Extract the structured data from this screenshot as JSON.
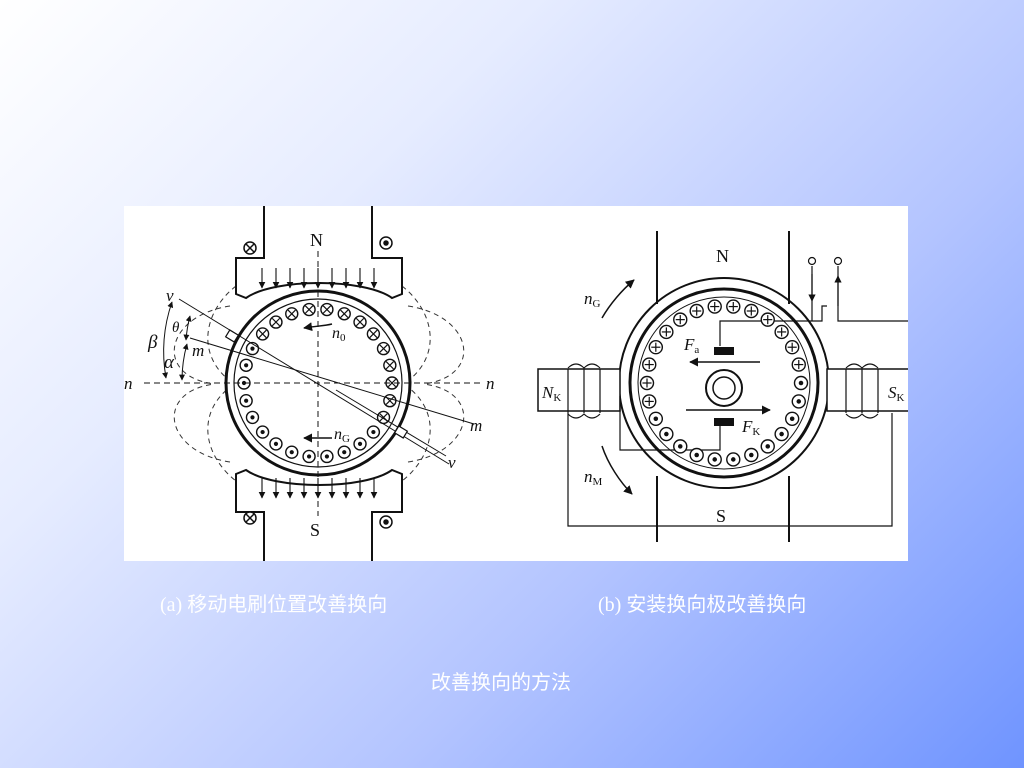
{
  "diagram_a": {
    "pole_north": "N",
    "pole_south": "S",
    "label_v_top": "v",
    "label_v_bottom": "v",
    "label_m_left": "m",
    "label_m_right": "m",
    "label_n_left": "n",
    "label_n_right": "n",
    "label_theta": "θ",
    "label_beta": "β",
    "label_alpha": "α",
    "speed_top": "n",
    "speed_top_sub": "0",
    "speed_bottom": "n",
    "speed_bottom_sub": "G"
  },
  "diagram_b": {
    "pole_north": "N",
    "pole_south": "S",
    "speed_generator": "n",
    "speed_generator_sub": "G",
    "speed_motor": "n",
    "speed_motor_sub": "M",
    "force_armature": "F",
    "force_armature_sub": "a",
    "force_commutating": "F",
    "force_commutating_sub": "K",
    "commutating_pole_north": "N",
    "commutating_pole_north_sub": "K",
    "commutating_pole_south": "S",
    "commutating_pole_south_sub": "K"
  },
  "captions": {
    "a": "(a) 移动电刷位置改善换向",
    "b": "(b) 安装换向极改善换向",
    "main": "改善换向的方法"
  }
}
